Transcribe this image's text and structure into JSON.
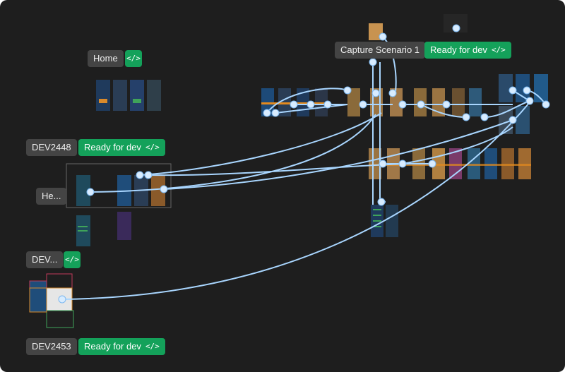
{
  "frames": {
    "home": {
      "label": "Home",
      "code": "</>"
    },
    "capture": {
      "label": "Capture Scenario 1",
      "status": "Ready for dev",
      "code": "</>"
    },
    "dev2448": {
      "label": "DEV2448",
      "status": "Ready for dev",
      "code": "</>"
    },
    "he": {
      "label": "He..."
    },
    "dev_short": {
      "label": "DEV...",
      "code": "</>"
    },
    "dev2453": {
      "label": "DEV2453",
      "status": "Ready for dev",
      "code": "</>"
    }
  },
  "colors": {
    "canvas": "#1e1e1e",
    "label_bg": "#444444",
    "status_green": "#14a15a",
    "connector": "#a9d6ff",
    "node": "#d8ecff"
  }
}
